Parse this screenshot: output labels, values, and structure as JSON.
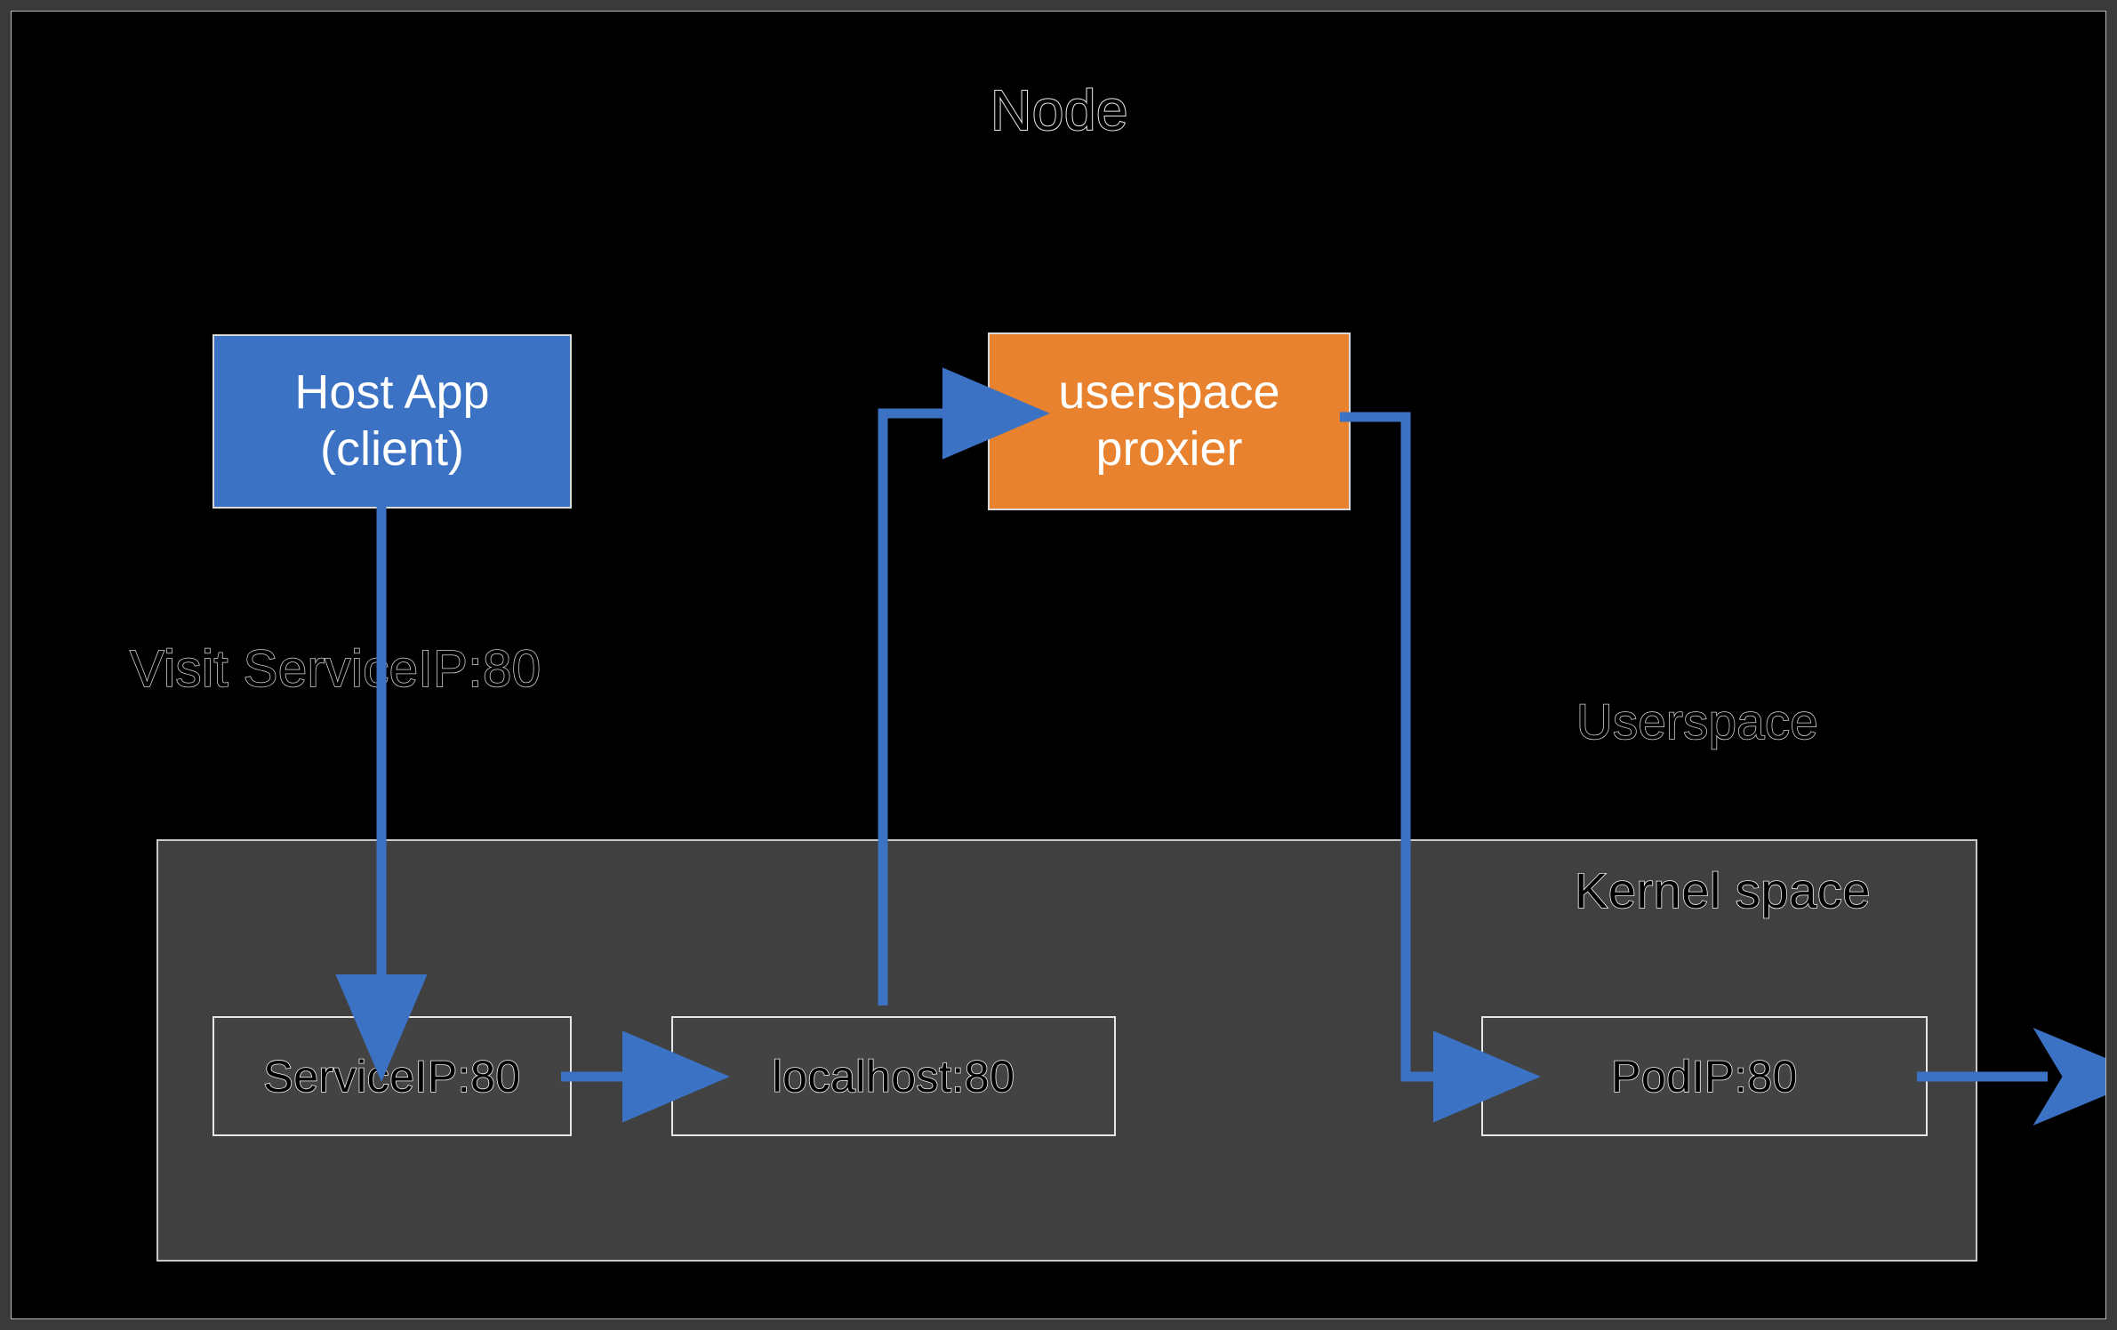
{
  "diagram": {
    "title": "Node",
    "type": "kubernetes-userspace-proxy-mode",
    "colors": {
      "canvas_background": "#000000",
      "frame": "#3a3a3a",
      "client_box": "#3b72c4",
      "proxier_box": "#e8822e",
      "kernel_space_fill": "#404040",
      "kernel_box_fill": "#434343",
      "arrow": "#3b72c4",
      "outline_text_stroke": "#d8d8d8"
    },
    "regions": [
      {
        "id": "userspace",
        "label": "Userspace"
      },
      {
        "id": "kernel-space",
        "label": "Kernel space"
      }
    ],
    "nodes": [
      {
        "id": "host-app",
        "label_line1": "Host App",
        "label_line2": "(client)",
        "style": "blue-filled"
      },
      {
        "id": "userspace-proxier",
        "label_line1": "userspace",
        "label_line2": "proxier",
        "style": "orange-filled"
      },
      {
        "id": "serviceip",
        "label": "ServiceIP:80",
        "style": "kernel-box"
      },
      {
        "id": "localhost",
        "label": "localhost:80",
        "style": "kernel-box"
      },
      {
        "id": "podip",
        "label": "PodIP:80",
        "style": "kernel-box"
      }
    ],
    "edges": [
      {
        "id": "host-to-serviceip",
        "from": "host-app",
        "to": "serviceip",
        "label": "Visit ServiceIP:80",
        "arrowhead": "solid-triangle"
      },
      {
        "id": "serviceip-to-localhost",
        "from": "serviceip",
        "to": "localhost",
        "label": "",
        "arrowhead": "solid-triangle"
      },
      {
        "id": "localhost-to-proxier",
        "from": "localhost",
        "to": "userspace-proxier",
        "label": "",
        "arrowhead": "solid-triangle"
      },
      {
        "id": "proxier-to-podip",
        "from": "userspace-proxier",
        "to": "podip",
        "label": "",
        "arrowhead": "solid-triangle"
      },
      {
        "id": "podip-out",
        "from": "podip",
        "to": "",
        "label": "",
        "arrowhead": "open-stealth"
      }
    ],
    "labels": {
      "visit_service": "Visit ServiceIP:80",
      "userspace": "Userspace",
      "kernel_space": "Kernel space"
    }
  }
}
